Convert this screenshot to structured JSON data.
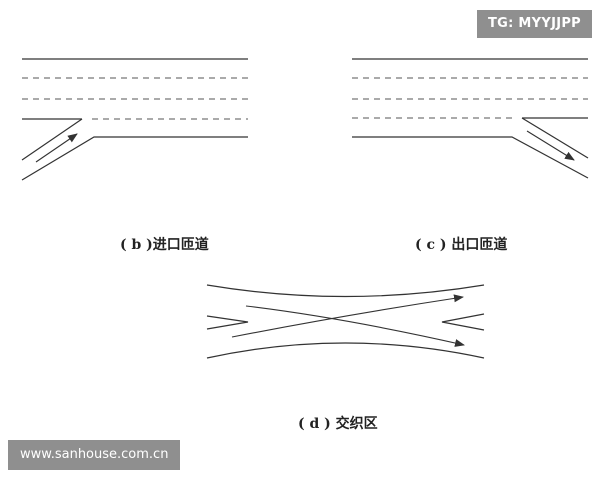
{
  "watermark_top": "TG: MYYJJPP",
  "watermark_bottom": "www.sanhouse.com.cn",
  "panels": {
    "b": {
      "caption": "( b )进口匝道"
    },
    "c": {
      "caption": "( c ) 出口匝道"
    },
    "d": {
      "caption": "( d ) 交织区"
    }
  },
  "colors": {
    "line": "#333333",
    "badge_background": "#8f8f8f",
    "badge_text": "#ffffff"
  }
}
